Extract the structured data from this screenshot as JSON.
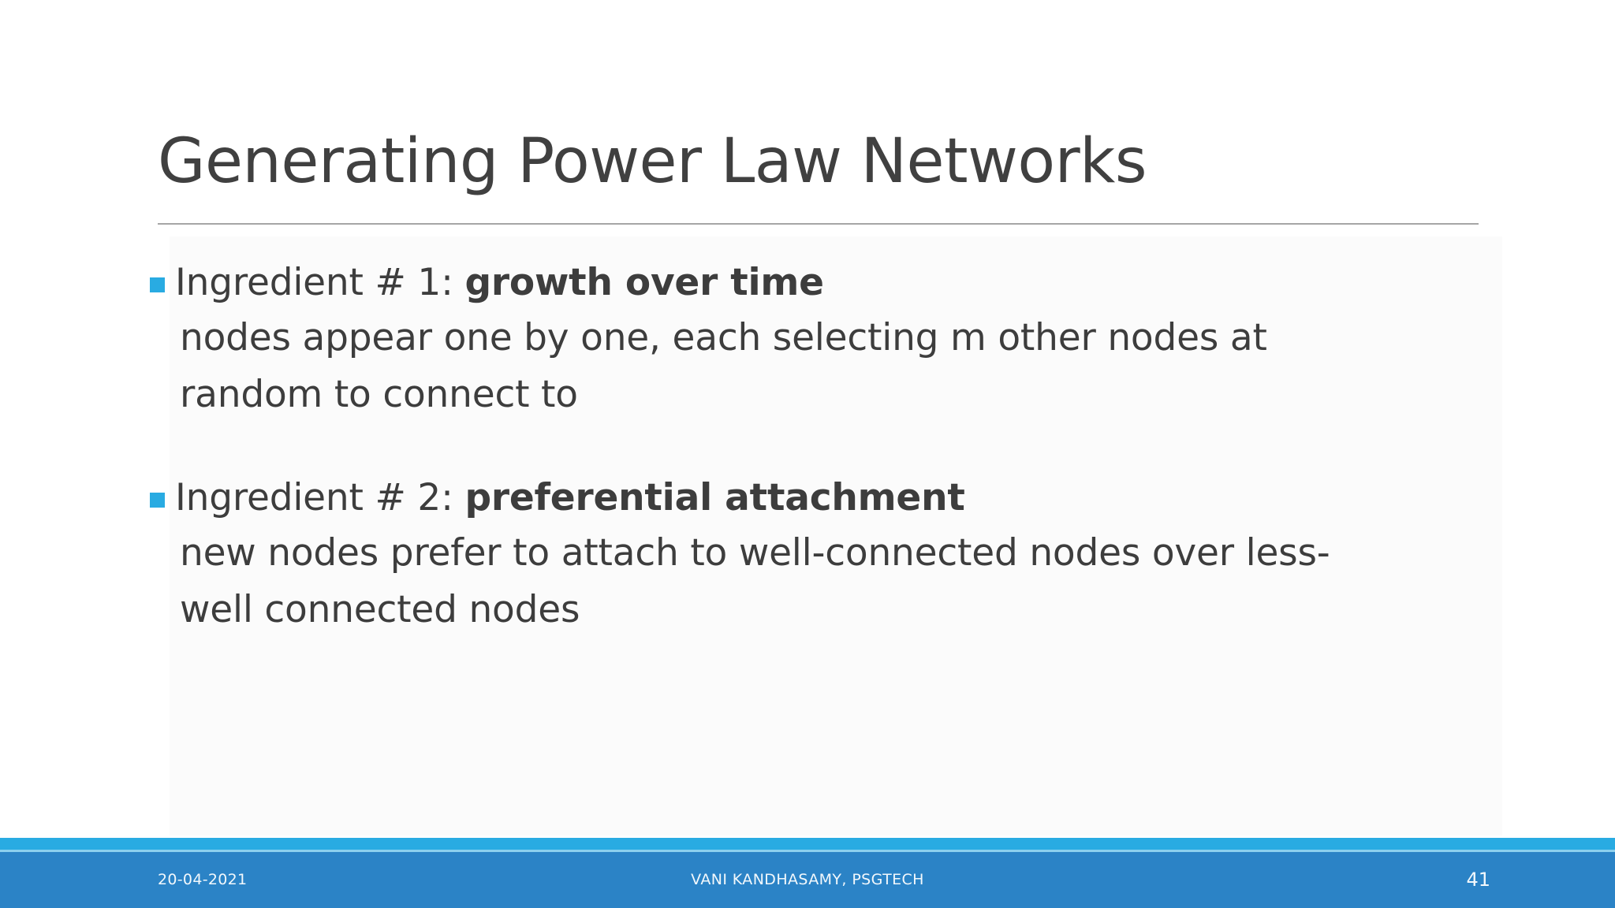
{
  "slide": {
    "title": "Generating Power Law Networks",
    "bullet_marker_color": "#29abe2",
    "title_color": "#404040",
    "body_color": "#3d3d3d",
    "items": [
      {
        "lead": "Ingredient # 1: ",
        "emphasis": "growth over time",
        "body_line_1": "nodes appear one by one, each selecting m other nodes at",
        "body_line_2": "random to connect to"
      },
      {
        "lead": "Ingredient # 2: ",
        "emphasis": "preferential attachment",
        "body_line_1": "new nodes prefer to attach to well-connected nodes over less-",
        "body_line_2": "well connected nodes"
      }
    ]
  },
  "footer": {
    "date": "20-04-2021",
    "center_text": "VANI KANDHASAMY, PSGTECH",
    "page_number": "41",
    "stripe_color": "#29abe2",
    "band_color": "#2b83c6",
    "text_color": "#f2f8fc"
  }
}
